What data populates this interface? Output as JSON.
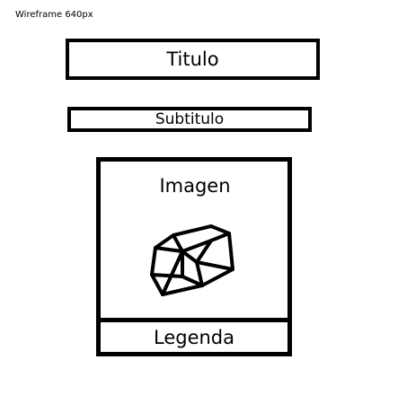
{
  "header": {
    "caption": "Wireframe 640px"
  },
  "wireframe": {
    "title_label": "Titulo",
    "subtitle_label": "Subtitulo",
    "image_label": "Imagen",
    "image_icon": "cube-sketch-icon",
    "legend_label": "Legenda"
  },
  "colors": {
    "stroke": "#000000",
    "background": "#ffffff"
  }
}
